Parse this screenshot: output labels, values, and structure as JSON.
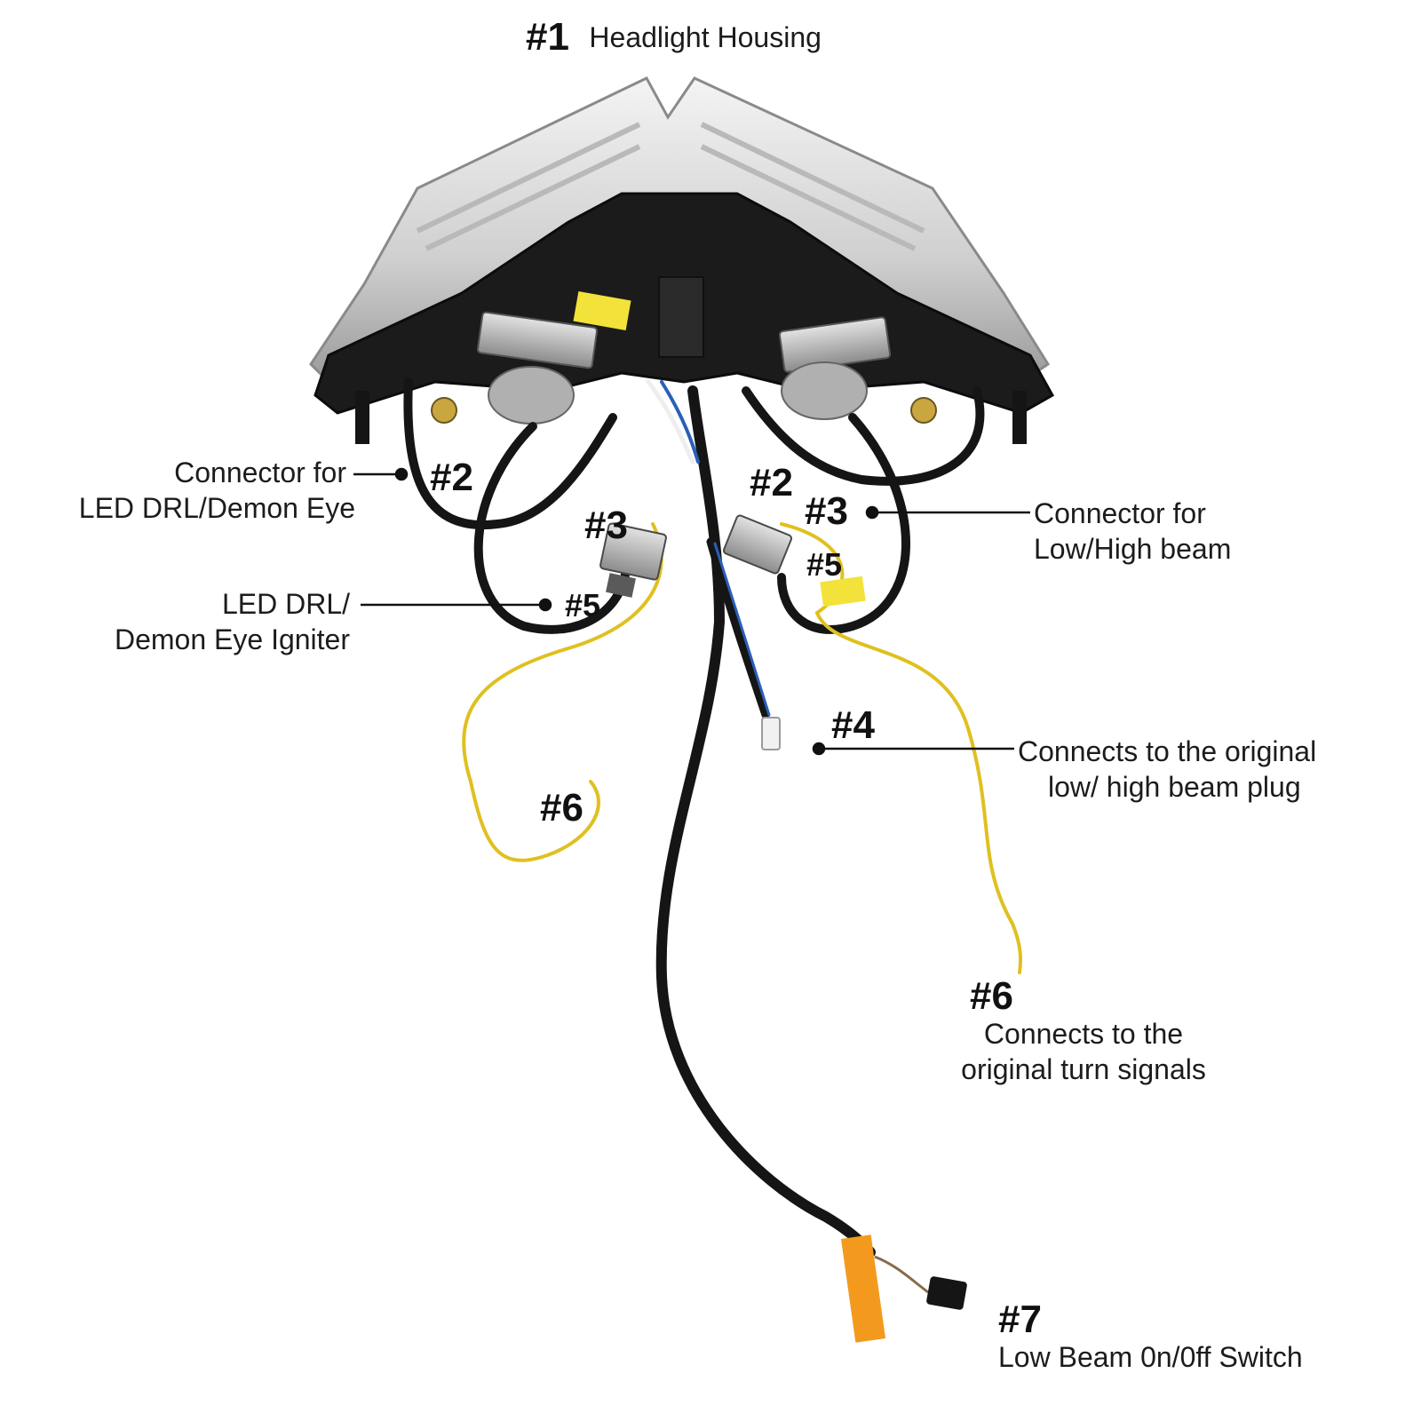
{
  "title": {
    "number": "#1",
    "text": "Headlight Housing"
  },
  "parts": {
    "drl_connector": {
      "number": "#2",
      "lines": [
        "Connector for",
        "LED DRL/Demon Eye"
      ]
    },
    "beam_connector": {
      "number": "#3",
      "lines": [
        "Connector for",
        "Low/High beam"
      ]
    },
    "igniter": {
      "number": "#5",
      "lines": [
        "LED DRL/",
        "Demon Eye Igniter"
      ]
    },
    "beam_plug": {
      "number": "#4",
      "lines": [
        "Connects to the original",
        "low/ high beam plug"
      ]
    },
    "turn_signals": {
      "number": "#6",
      "lines": [
        "Connects to the",
        "original turn signals"
      ]
    },
    "switch": {
      "number": "#7",
      "lines": [
        "Low Beam 0n/0ff Switch"
      ]
    }
  },
  "extra_markers": {
    "right_2": "#2",
    "left_3": "#3",
    "right_5": "#5",
    "left_6": "#6"
  },
  "colors": {
    "wire": "#151515",
    "signal_wire": "#e0c020",
    "module": "#a8a8a8",
    "lens": "#d8d8d8",
    "housing": "#1b1b1b",
    "tag": "#f39a1e"
  }
}
